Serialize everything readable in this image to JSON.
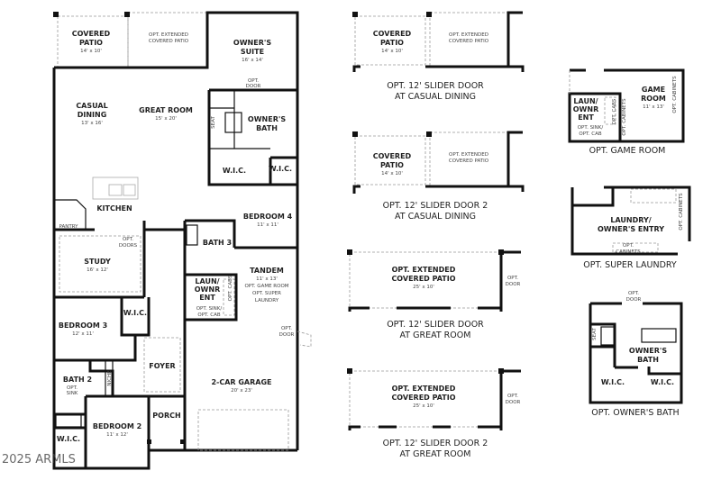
{
  "main_plan": {
    "covered_patio": {
      "name": "COVERED",
      "name2": "PATIO",
      "size": "14' x 10'"
    },
    "opt_extended_patio": {
      "line1": "OPT. EXTENDED",
      "line2": "COVERED PATIO"
    },
    "owners_suite": {
      "name": "OWNER'S",
      "name2": "SUITE",
      "size": "16' x 14'"
    },
    "opt_door_suite": {
      "line1": "OPT.",
      "line2": "DOOR"
    },
    "casual_dining": {
      "name": "CASUAL",
      "name2": "DINING",
      "size": "13' x 16'"
    },
    "great_room": {
      "name": "GREAT ROOM",
      "size": "15' x 20'"
    },
    "owners_bath": {
      "name": "OWNER'S",
      "name2": "BATH",
      "seat": "SEAT"
    },
    "wic_1": "W.I.C.",
    "wic_2": "W.I.C.",
    "kitchen": "KITCHEN",
    "pantry": "PANTRY",
    "bedroom_4": {
      "name": "BEDROOM 4",
      "size": "11' x 11'"
    },
    "bath_3": "BATH 3",
    "study": {
      "name": "STUDY",
      "size": "16' x 12'",
      "opt_doors1": "OPT.",
      "opt_doors2": "DOORS"
    },
    "tandem": {
      "name": "TANDEM",
      "size": "11' x 13'",
      "line3": "OPT. GAME ROOM",
      "line4": "OPT. SUPER",
      "line5": "LAUNDRY"
    },
    "laundry": {
      "l1": "LAUN/",
      "l2": "OWNR",
      "l3": "ENT",
      "s1": "OPT. SINK/",
      "s2": "OPT. CAB",
      "cabs": "OPT. CABS"
    },
    "garage_opt_door": {
      "line1": "OPT.",
      "line2": "DOOR"
    },
    "bedroom_3": {
      "name": "BEDROOM 3",
      "size": "12' x 11'"
    },
    "wic_3": "W.I.C.",
    "foyer": "FOYER",
    "garage": {
      "name": "2-CAR GARAGE",
      "size": "20' x 23'"
    },
    "bath_2": {
      "name": "BATH 2",
      "s1": "OPT.",
      "s2": "SINK"
    },
    "niche": "NICHE",
    "bedroom_2": {
      "name": "BEDROOM 2",
      "size": "11' x 12'"
    },
    "porch": "PORCH",
    "wic_4": "W.I.C."
  },
  "options": {
    "slider_1": {
      "patio1": "COVERED",
      "patio2": "PATIO",
      "patio_size": "14' x 10'",
      "ext1": "OPT. EXTENDED",
      "ext2": "COVERED PATIO",
      "cap1": "OPT. 12' SLIDER DOOR",
      "cap2": "AT CASUAL DINING"
    },
    "slider_2": {
      "patio1": "COVERED",
      "patio2": "PATIO",
      "patio_size": "14' x 10'",
      "ext1": "OPT. EXTENDED",
      "ext2": "COVERED PATIO",
      "cap1": "OPT. 12' SLIDER DOOR 2",
      "cap2": "AT CASUAL DINING"
    },
    "great_1": {
      "ext1": "OPT. EXTENDED",
      "ext2": "COVERED PATIO",
      "size": "25' x 10'",
      "door1": "OPT.",
      "door2": "DOOR",
      "cap1": "OPT. 12' SLIDER DOOR",
      "cap2": "AT GREAT ROOM"
    },
    "great_2": {
      "ext1": "OPT. EXTENDED",
      "ext2": "COVERED PATIO",
      "size": "25' x 10'",
      "door1": "OPT.",
      "door2": "DOOR",
      "cap1": "OPT. 12' SLIDER DOOR 2",
      "cap2": "AT GREAT ROOM"
    },
    "game_room": {
      "l1": "LAUN/",
      "l2": "OWNR",
      "l3": "ENT",
      "s1": "OPT. SINK/",
      "s2": "OPT. CAB",
      "cabs": "OPT. CABS",
      "cabinets": "OPT. CABINETS",
      "cabinets_v": "OPT. CABINETS",
      "name1": "GAME",
      "name2": "ROOM",
      "size": "11' x 13'",
      "cap": "OPT. GAME ROOM"
    },
    "super_laundry": {
      "name1": "LAUNDRY/",
      "name2": "OWNER'S ENTRY",
      "cab_v": "OPT. CABINETS",
      "cab1": "OPT.",
      "cab2": "CABINETS",
      "cap": "OPT. SUPER LAUNDRY"
    },
    "owners_bath": {
      "door1": "OPT.",
      "door2": "DOOR",
      "seat": "SEAT",
      "name1": "OWNER'S",
      "name2": "BATH",
      "wic1": "W.I.C.",
      "wic2": "W.I.C.",
      "cap": "OPT. OWNER'S BATH"
    }
  },
  "watermark": "2025 ARMLS"
}
